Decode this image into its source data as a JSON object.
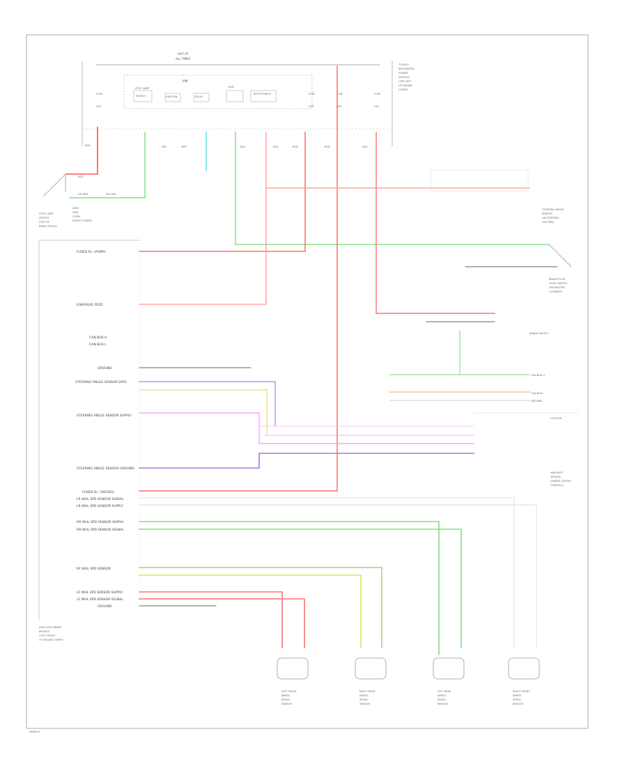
{
  "diagram": {
    "page_ref": "W08094",
    "fuse_blocks": {
      "top_bus": [
        "HOT AT",
        "ALL TIMES"
      ],
      "fuse_labels": [
        "FUSE",
        "FUSE",
        "FUSE",
        "FUSE"
      ],
      "hot_labels": [
        "HOT",
        "HOT",
        "HOT",
        "HOT"
      ],
      "center_label": "IPM",
      "power_dist": [
        "TOTALLY",
        "INTEGRATED",
        "POWER",
        "MODULE",
        "(TOP LEFT",
        "OF ENGINE",
        "COMPT)"
      ],
      "relay_boxes": [
        "STOP LAMP",
        "SWITCH",
        "IGNITION",
        "RELAY",
        "RUN",
        "ELECTRONICS"
      ],
      "wire_colors_top": [
        "RED",
        "GRY",
        "WHT",
        "BLK",
        "RED",
        "RED",
        "RED",
        "RED"
      ]
    },
    "left_modules": {
      "stop_lamp_switch": [
        "STOP LAMP",
        "SWITCH",
        "(TOP OF",
        "BRAKE PEDAL)"
      ],
      "cluster_labels": [
        "DK GRN",
        "RED",
        "DK GRN"
      ],
      "to_cluster": [
        "DATA",
        "LINK",
        "CONN",
        "(RIGHT LOWER)"
      ]
    },
    "module_pins": [
      "FUSED B+ (PUMP)",
      "IGN/VALVE FEED",
      "CAN BUS H",
      "CAN BUS L",
      "GROUND",
      "STEERING ANGLE SENSOR SUPPLY",
      "STEERING ANGLE SENSOR DATA",
      "STEERING ANGLE SENSOR GROUND",
      "FUSED B+ (VALVES)",
      "LR WHL SPD SENSOR SIGNAL",
      "LR WHL SPD SENSOR SUPPLY",
      "RR WHL SPD SENSOR SUPPLY",
      "RR WHL SPD SENSOR SIGNAL",
      "LF WHL SPD SENSOR SUPPLY",
      "LF WHL SPD SENSOR SIGNAL",
      "RF WHL SPD SENSOR",
      "GROUND"
    ],
    "module_title": [
      "ANTI-LOCK BRAKE",
      "MODULE",
      "(LEFT FRONT",
      "OF ENGINE COMPT)"
    ],
    "right_components": {
      "steering_angle": [
        "STEERING ANGLE",
        "SENSOR",
        "(IN STEERING",
        "COLUMN)"
      ],
      "brake_fluid": [
        "BRAKE FLUID",
        "LEVEL SWITCH",
        "(ON MASTER",
        "CYLINDER)"
      ],
      "brake_switch": "BRAKE SWITCH",
      "yaw_sensor": [
        "YAW RATE",
        "SENSOR",
        "(UNDER CENTER",
        "CONSOLE)"
      ],
      "cluster": "CLUSTER",
      "connector_labels": [
        "CAN BUS H",
        "CAN BUS L",
        "GROUND"
      ]
    },
    "wheel_sensors": [
      [
        "LEFT FRONT",
        "WHEEL",
        "SPEED",
        "SENSOR"
      ],
      [
        "RIGHT REAR",
        "WHEEL",
        "SPEED",
        "SENSOR"
      ],
      [
        "LEFT REAR",
        "WHEEL",
        "SPEED",
        "SENSOR"
      ],
      [
        "RIGHT FRONT",
        "WHEEL",
        "SPEED",
        "SENSOR"
      ]
    ]
  }
}
